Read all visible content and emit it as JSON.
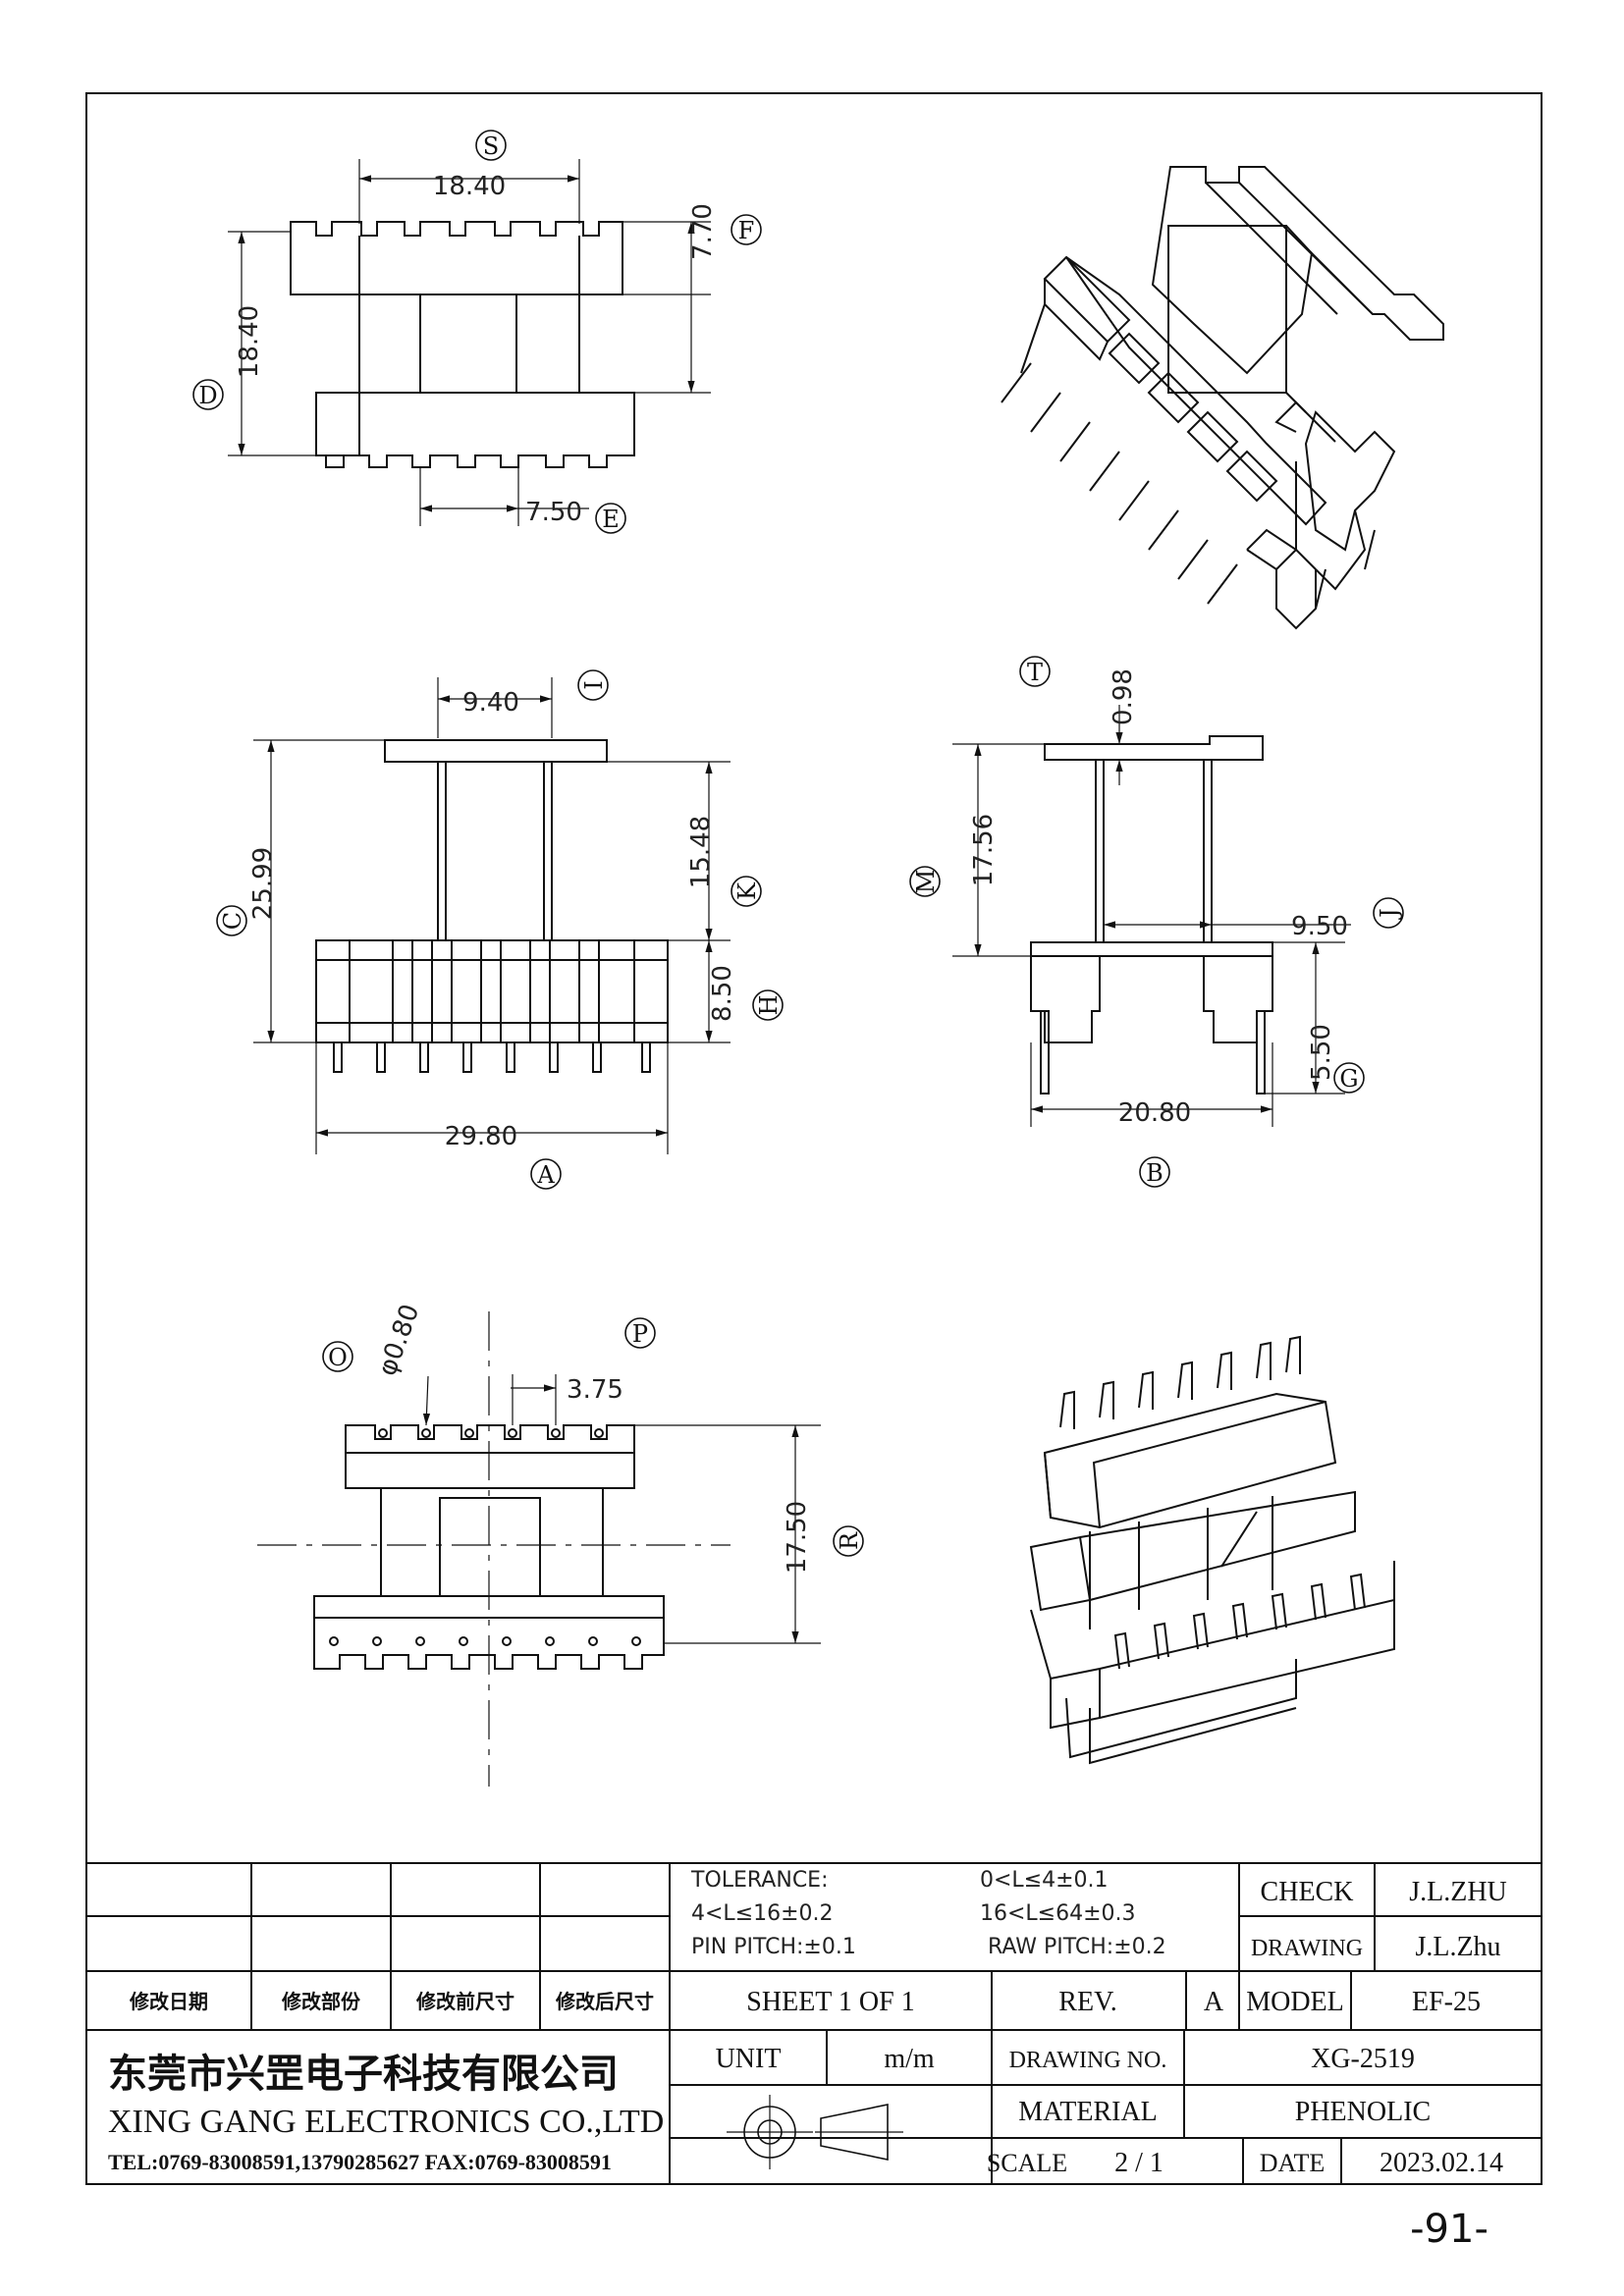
{
  "views": {
    "top": {
      "bubbles": {
        "s": "S",
        "f": "F",
        "d": "D",
        "e": "E"
      },
      "dims": {
        "width": "18.40",
        "f": "7.70",
        "d": "18.40",
        "e": "7.50"
      }
    },
    "front": {
      "bubbles": {
        "i": "I",
        "k": "K",
        "h": "H",
        "c": "C",
        "a": "A"
      },
      "dims": {
        "i": "9.40",
        "k": "15.48",
        "h": "8.50",
        "c": "25.99",
        "a": "29.80"
      }
    },
    "side": {
      "bubbles": {
        "t": "T",
        "m": "M",
        "j": "J",
        "g": "G",
        "b": "B"
      },
      "dims": {
        "t": "0.98",
        "m": "17.56",
        "j": "9.50",
        "g": "5.50",
        "b": "20.80"
      }
    },
    "bottom": {
      "bubbles": {
        "o": "O",
        "p": "P",
        "r": "R"
      },
      "dims": {
        "o": "φ0.80",
        "p": "3.75",
        "r": "17.50"
      }
    }
  },
  "title_block": {
    "tolerance": {
      "label": "TOLERANCE:",
      "r1": "0<L≤4±0.1",
      "r2": "4<L≤16±0.2",
      "r3": "16<L≤64±0.3",
      "pin": "PIN PITCH:±0.1",
      "raw": "RAW PITCH:±0.2"
    },
    "check_label": "CHECK",
    "check_value": "J.L.ZHU",
    "drawing_label": "DRAWING",
    "drawing_value": "J.L.Zhu",
    "rev_headers": [
      "修改日期",
      "修改部份",
      "修改前尺寸",
      "修改后尺寸"
    ],
    "sheet": "SHEET 1 OF 1",
    "rev_label": "REV.",
    "rev_value": "A",
    "model_label": "MODEL",
    "model_value": "EF-25",
    "unit_label": "UNIT",
    "unit_value": "m/m",
    "drawing_no_label": "DRAWING NO.",
    "drawing_no_value": "XG-2519",
    "material_label": "MATERIAL",
    "material_value": "PHENOLIC",
    "scale_label": "SCALE",
    "scale_value": "2 / 1",
    "date_label": "DATE",
    "date_value": "2023.02.14",
    "company_cn": "东莞市兴罡电子科技有限公司",
    "company_en": "XING GANG  ELECTRONICS CO.,LTD",
    "tel": "TEL:0769-83008591,13790285627 FAX:0769-83008591"
  },
  "page_number": "-91-"
}
